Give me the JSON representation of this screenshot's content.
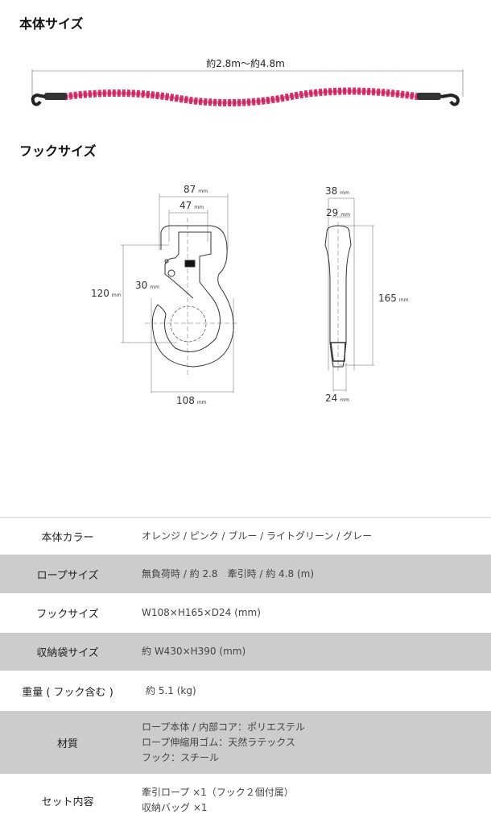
{
  "sections": {
    "body_size": "本体サイズ",
    "hook_size": "フックサイズ"
  },
  "rope": {
    "length_label": "約2.8m〜約4.8m",
    "color": "#d8336e"
  },
  "hook_front": {
    "top_width": "87",
    "inner_width": "47",
    "height": "120",
    "gap": "30",
    "bottom_width": "108"
  },
  "hook_side": {
    "top_width": "38",
    "inner_width": "29",
    "height": "165",
    "bottom_width": "24"
  },
  "unit": "mm",
  "specs": [
    {
      "label": "本体カラー",
      "lines": [
        "オレンジ / ピンク / ブルー / ライトグリーン / グレー"
      ]
    },
    {
      "label": "ロープサイズ",
      "lines": [
        "無負荷時 / 約 2.8　牽引時 / 約 4.8 (m)"
      ]
    },
    {
      "label": "フックサイズ",
      "lines": [
        "W108×H165×D24 (mm)"
      ]
    },
    {
      "label": "収納袋サイズ",
      "lines": [
        "約 W430×H390 (mm)"
      ]
    },
    {
      "label": "重量 ( フック含む )",
      "lines": [
        "約 5.1 (kg)"
      ]
    },
    {
      "label": "材質",
      "lines": [
        "ロープ本体 / 内部コア：ポリエステル",
        "ロープ伸縮用ゴム：天然ラテックス",
        "フック：スチール"
      ]
    },
    {
      "label": "セット内容",
      "lines": [
        "牽引ロープ ×1（フック２個付属）",
        "収納バッグ ×1"
      ]
    }
  ]
}
